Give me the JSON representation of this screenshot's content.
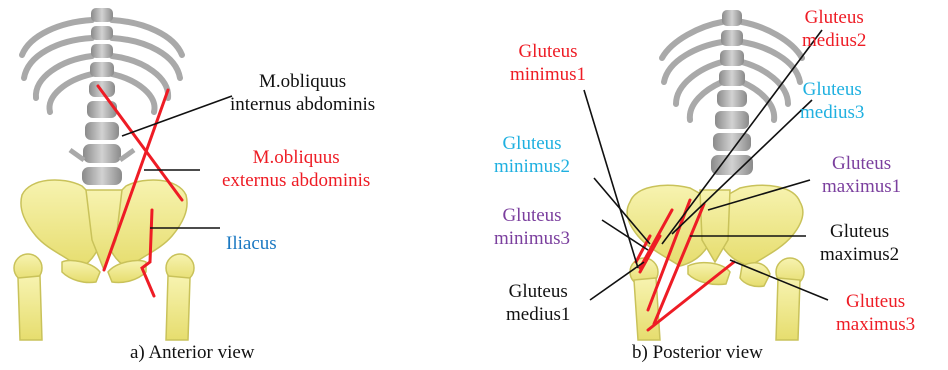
{
  "panels": [
    {
      "caption": "a) Anterior view",
      "labels": [
        {
          "lines": [
            "M.obliquus",
            "internus abdominis"
          ],
          "color": "#111111"
        },
        {
          "lines": [
            "M.obliquus",
            "externus abdominis"
          ],
          "color": "#ee1c25"
        },
        {
          "lines": [
            "Iliacus"
          ],
          "color": "#1a78c2"
        }
      ]
    },
    {
      "caption": "b) Posterior view",
      "labels": [
        {
          "lines": [
            "Gluteus",
            "minimus1"
          ],
          "color": "#ee1c25"
        },
        {
          "lines": [
            "Gluteus",
            "medius2"
          ],
          "color": "#ee1c25"
        },
        {
          "lines": [
            "Gluteus",
            "medius3"
          ],
          "color": "#1fb0e0"
        },
        {
          "lines": [
            "Gluteus",
            "minimus2"
          ],
          "color": "#1fb0e0"
        },
        {
          "lines": [
            "Gluteus",
            "maximus1"
          ],
          "color": "#7b3f9e"
        },
        {
          "lines": [
            "Gluteus",
            "minimus3"
          ],
          "color": "#7b3f9e"
        },
        {
          "lines": [
            "Gluteus",
            "maximus2"
          ],
          "color": "#111111"
        },
        {
          "lines": [
            "Gluteus",
            "medius1"
          ],
          "color": "#111111"
        },
        {
          "lines": [
            "Gluteus",
            "maximus3"
          ],
          "color": "#ee1c25"
        }
      ]
    }
  ],
  "colors": {
    "bone_yellow": "#f2ec8c",
    "bone_edge": "#c9c25a",
    "spine_gray": "#a8a8a8",
    "muscle_red": "#ee1c25"
  }
}
